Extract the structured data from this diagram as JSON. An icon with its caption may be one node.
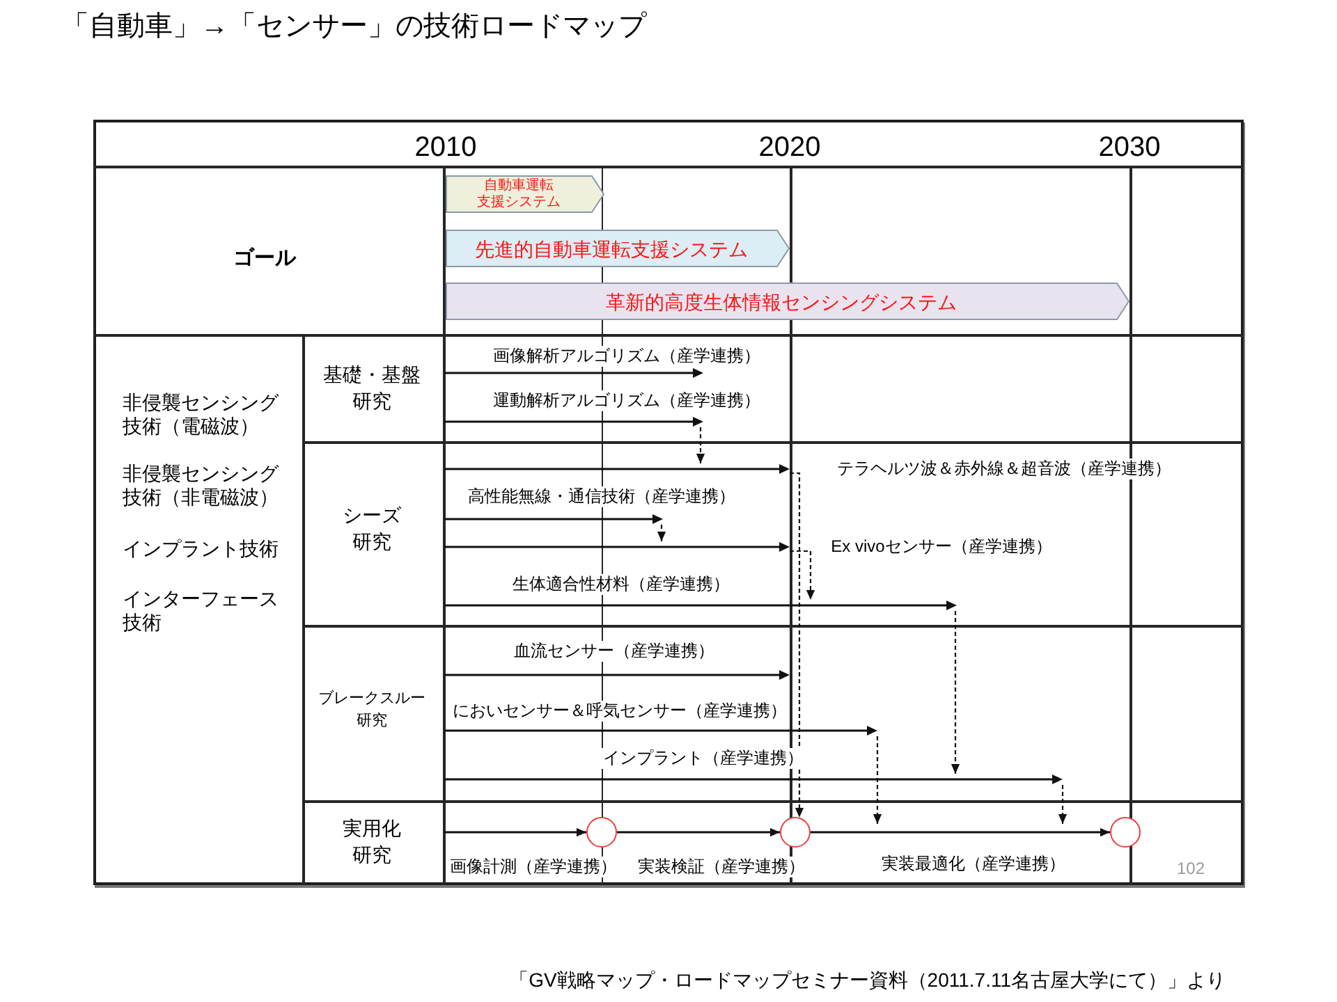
{
  "diagram": {
    "title": "「自動車」→「センサー」の技術ロードマップ",
    "caption": "「GV戦略マップ・ロードマップセミナー資料（2011.7.11名古屋大学にて）」より",
    "nodes": [
      {
        "text": [
          "自動車運転支援システム"
        ]
      },
      {
        "text": [
          "先進的自動車運転支援システム"
        ]
      },
      {
        "text": [
          "革新的高度生体情報センシングシステム"
        ]
      },
      {
        "text": [],
        "shape": "arrow",
        "beside": [
          "画像解析アルゴリズム（産学連携）"
        ]
      },
      {
        "text": [],
        "shape": "arrow",
        "beside": [
          "運動解析アルゴリズム（産学連携）"
        ]
      },
      {
        "text": [],
        "shape": "arrow",
        "beside": [
          "テラヘルツ波＆赤外線＆超音波（産学連携）"
        ]
      },
      {
        "text": [],
        "shape": "arrow",
        "beside": [
          "高性能無線・通信技術（産学連携）"
        ]
      },
      {
        "text": [],
        "shape": "arrow",
        "beside": [
          "Ex vivoセンサー（産学連携）"
        ]
      },
      {
        "text": [],
        "shape": "arrow",
        "beside": [
          "生体適合性材料（産学連携）"
        ]
      },
      {
        "text": [],
        "shape": "arrow",
        "beside": [
          "血流センサー（産学連携）"
        ]
      },
      {
        "text": [],
        "shape": "arrow",
        "beside": [
          "においセンサー＆呼気センサー（産学連携）"
        ]
      },
      {
        "text": [],
        "shape": "arrow",
        "beside": [
          "インプラント（産学連携）"
        ]
      },
      {
        "text": [],
        "shape": "circle"
      },
      {
        "text": [],
        "shape": "circle"
      },
      {
        "text": [],
        "shape": "circle"
      }
    ],
    "edges": [
      {
        "from": 4,
        "to": 5,
        "arrow": "to",
        "style": "dashed"
      },
      {
        "from": 6,
        "to": 7,
        "arrow": "to",
        "style": "dashed"
      },
      {
        "from": 5,
        "to": 13,
        "arrow": "to",
        "style": "dashed"
      },
      {
        "from": 7,
        "to": 8,
        "arrow": "to",
        "style": "dashed"
      },
      {
        "from": 8,
        "to": 11,
        "arrow": "to",
        "style": "dashed"
      },
      {
        "from": 10,
        "to": null,
        "arrow": "to",
        "style": "dashed"
      },
      {
        "from": 11,
        "to": null,
        "arrow": "to",
        "style": "dashed"
      },
      {
        "from": null,
        "to": 12,
        "arrow": "to",
        "label": "画像計測（産学連携）"
      },
      {
        "from": 12,
        "to": 13,
        "arrow": "to",
        "label": "実装検証（産学連携）"
      },
      {
        "from": 13,
        "to": 14,
        "arrow": "to",
        "label": "実装最適化（産学連携）"
      }
    ],
    "labels": [
      "2010",
      "2020",
      "2030",
      "ゴール",
      "非侵襲センシング技術（電磁波）",
      "非侵襲センシング技術（非電磁波）",
      "インプラント技術",
      "インターフェース技術",
      "基礎・基盤研究",
      "シーズ研究",
      "ブレークスルー研究",
      "実用化研究",
      "102"
    ]
  }
}
